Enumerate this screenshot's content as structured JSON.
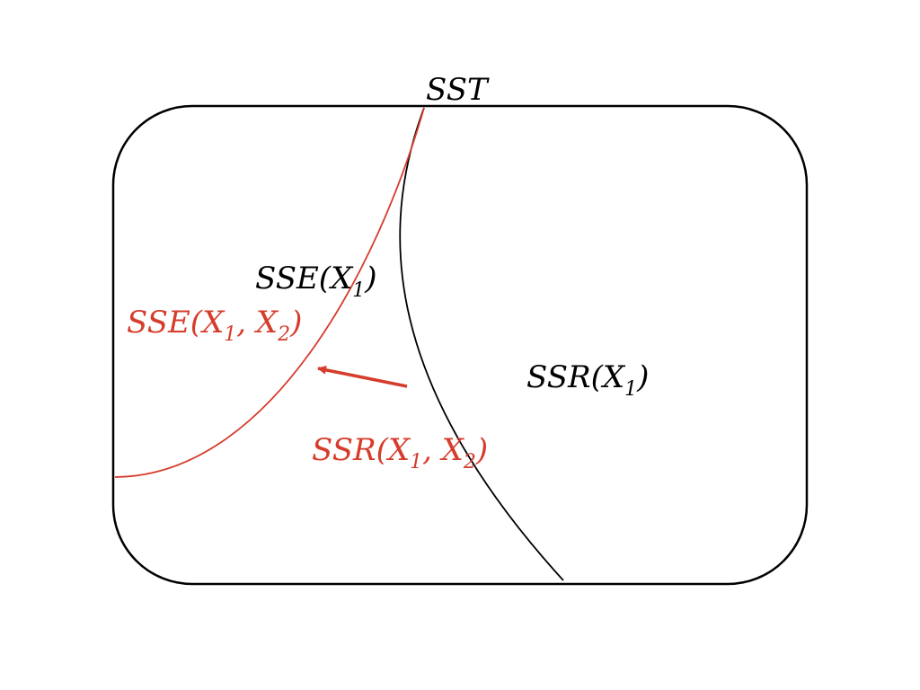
{
  "labels": {
    "sst": {
      "base": "SST"
    },
    "sse_x1": {
      "base": "SSE(X",
      "sub1": "1",
      "tail": ")"
    },
    "ssr_x1": {
      "base": "SSR(X",
      "sub1": "1",
      "tail": ")"
    },
    "sse_x1_x2": {
      "base": "SSE(X",
      "sub1": "1",
      "mid": ", X",
      "sub2": "2",
      "tail": ")"
    },
    "ssr_x1_x2": {
      "base": "SSR(X",
      "sub1": "1",
      "mid": ", X",
      "sub2": "2",
      "tail": ")"
    }
  },
  "colors": {
    "black": "#000000",
    "red": "#d63c2c",
    "background": "#ffffff"
  }
}
